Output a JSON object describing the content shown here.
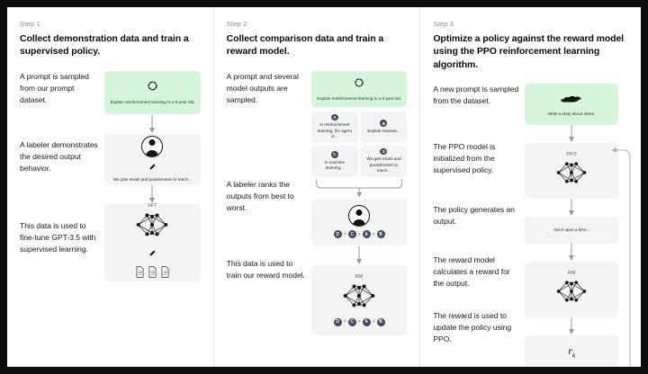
{
  "diagram": {
    "title": "RLHF three-step training diagram",
    "accent_green": "#d6f5dd",
    "card_gray": "#f4f4f4",
    "pill_color": "#3f4a59"
  },
  "steps": [
    {
      "label": "Step 1",
      "title": "Collect demonstration data and train a supervised policy.",
      "paragraphs": [
        "A prompt is sampled from our prompt dataset.",
        "A labeler demonstrates the desired output behavior.",
        "This data is used to fine-tune GPT-3.5 with supervised learning."
      ],
      "prompt_card": {
        "icon": "refresh-icon",
        "text": "Explain reinforcement learning to a 6 year old."
      },
      "labeler_card": {
        "icon": "person-icon",
        "text": "We give treats and punishments to teach..."
      },
      "model_card": {
        "tag": "SFT",
        "icon": "neural-network-icon",
        "docs": 3
      }
    },
    {
      "label": "Step 2",
      "title": "Collect comparison data and train a reward model.",
      "paragraphs": [
        "A prompt and several model outputs are sampled.",
        "A labeler ranks the outputs from best to worst.",
        "This data is used to train our reward model."
      ],
      "prompt_card": {
        "icon": "refresh-icon",
        "text": "Explain reinforcement learning to a 6 year old."
      },
      "outputs": [
        {
          "badge": "A",
          "text": "In reinforcement learning, the agent is..."
        },
        {
          "badge": "B",
          "text": "Explain rewards..."
        },
        {
          "badge": "C",
          "text": "In machine learning..."
        },
        {
          "badge": "D",
          "text": "We give treats and punishments to teach..."
        }
      ],
      "ranking_card": {
        "icon": "person-icon",
        "ranking": [
          "D",
          "C",
          "A",
          "B"
        ],
        "separator": ">"
      },
      "reward_model_card": {
        "tag": "RM",
        "icon": "neural-network-icon",
        "ranking": [
          "D",
          "C",
          "A",
          "B"
        ],
        "separator": ">"
      }
    },
    {
      "label": "Step 3",
      "title": "Optimize a policy against the reward model using the PPO reinforcement learning algorithm.",
      "paragraphs": [
        "A new prompt is sampled from the dataset.",
        "The PPO model is initialized from the supervised policy.",
        "The policy generates an output.",
        "The reward model calculates a reward for the output.",
        "The reward is used to update the policy using PPO."
      ],
      "prompt_card": {
        "icon": "otter-icon",
        "text": "Write a story about otters."
      },
      "ppo_card": {
        "tag": "PPO",
        "icon": "neural-network-icon"
      },
      "output_card": {
        "text": "Once upon a time..."
      },
      "rm_card": {
        "tag": "RM",
        "icon": "neural-network-icon"
      },
      "reward_card": {
        "symbol": "r",
        "subscript": "k"
      }
    }
  ]
}
